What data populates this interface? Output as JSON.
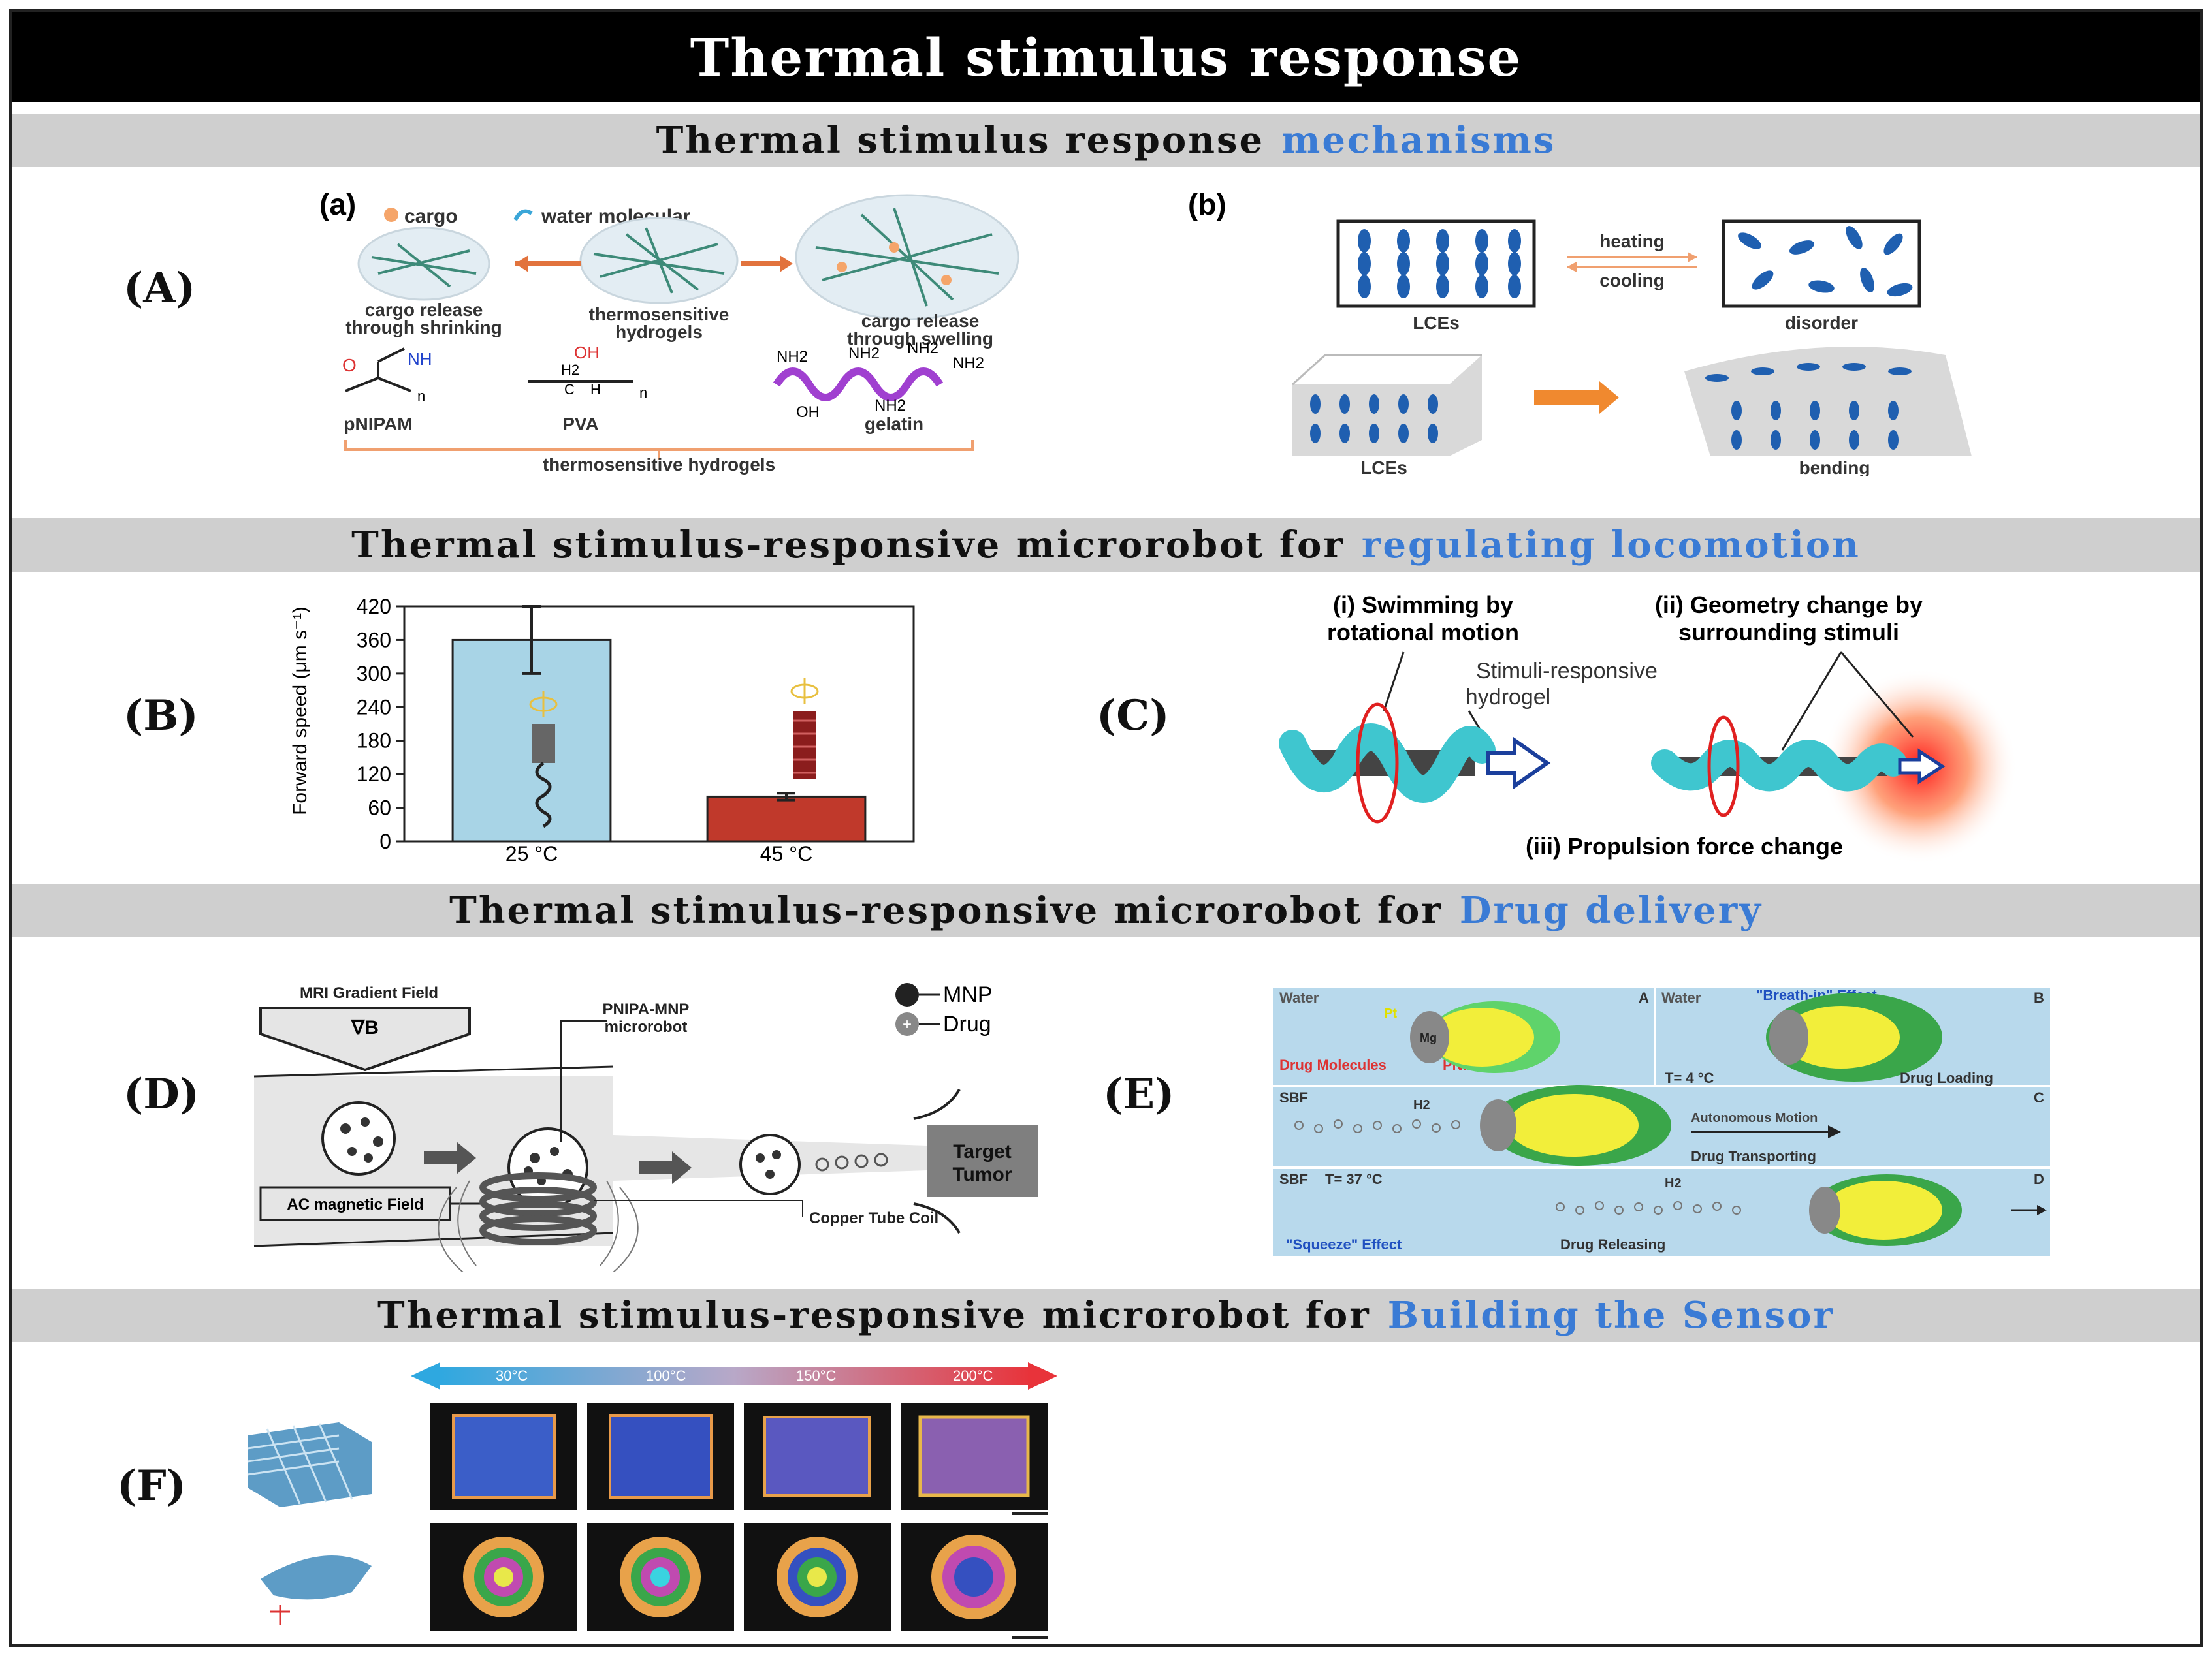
{
  "title": "Thermal stimulus response",
  "sections": [
    {
      "prefix": "Thermal stimulus response",
      "highlight": "mechanisms"
    },
    {
      "prefix": "Thermal stimulus-responsive microrobot for",
      "highlight": "regulating locomotion"
    },
    {
      "prefix": "Thermal stimulus-responsive microrobot for",
      "highlight": "Drug delivery"
    },
    {
      "prefix": "Thermal stimulus-responsive microrobot for",
      "highlight": "Building the Sensor"
    }
  ],
  "panels": {
    "A": "(A)",
    "B": "(B)",
    "C": "(C)",
    "D": "(D)",
    "E": "(E)",
    "F": "(F)"
  },
  "fig_a": {
    "label": "(a)",
    "legend_cargo": "cargo",
    "legend_water": "water molecular",
    "left_caption_1": "cargo release",
    "left_caption_2": "through shrinking",
    "mid_caption_1": "thermosensitive",
    "mid_caption_2": "hydrogels",
    "right_caption_1": "cargo release",
    "right_caption_2": "through swelling",
    "poly_1": "pNIPAM",
    "poly_2": "PVA",
    "poly_3": "gelatin",
    "group_label": "thermosensitive hydrogels",
    "o_label": "O",
    "nh_label": "NH",
    "n_label": "n",
    "h2_label": "H2",
    "c_label": "C",
    "h_label": "H",
    "oh_label": "OH",
    "nh2_label": "NH2"
  },
  "fig_b": {
    "label": "(b)",
    "heating": "heating",
    "cooling": "cooling",
    "lce_1": "LCEs",
    "disorder": "disorder",
    "lce_2": "LCEs",
    "bending": "bending"
  },
  "chart_data": {
    "type": "bar",
    "categories": [
      "25 °C",
      "45 °C"
    ],
    "values": [
      360,
      80
    ],
    "errors": [
      60,
      6
    ],
    "ylabel": "Forward speed (μm s⁻¹)",
    "ylim": [
      0,
      420
    ],
    "yticks": [
      0,
      60,
      120,
      180,
      240,
      300,
      360,
      420
    ],
    "colors": {
      "bar1_bg": "#a8d4e6",
      "bar2": "#c0392b"
    }
  },
  "fig_c": {
    "label_i_1": "(i) Swimming by",
    "label_i_2": "rotational motion",
    "label_ii_1": "(ii) Geometry change by",
    "label_ii_2": "surrounding stimuli",
    "hydrogel_1": "Stimuli-responsive",
    "hydrogel_2": "hydrogel",
    "label_iii": "(iii) Propulsion force change"
  },
  "fig_d": {
    "mri": "MRI Gradient Field",
    "grad": "∇B",
    "robot_1": "PNIPA-MNP",
    "robot_2": "microrobot",
    "mnp": "MNP",
    "drug": "Drug",
    "target_1": "Target",
    "target_2": "Tumor",
    "ac": "AC magnetic Field",
    "coil": "Copper Tube Coil"
  },
  "fig_e": {
    "water_a": "Water",
    "a": "A",
    "water_b": "Water",
    "breath": "\"Breath-in\" Effect",
    "b": "B",
    "drug_mol": "Drug Molecules",
    "pnipam": "PNIPAM",
    "pt": "Pt",
    "mg": "Mg",
    "t4": "T= 4 °C",
    "loading": "Drug Loading",
    "sbf_c": "SBF",
    "h2_c": "H2",
    "c": "C",
    "autonomous": "Autonomous Motion",
    "transporting": "Drug Transporting",
    "sbf_d": "SBF",
    "t37": "T= 37 °C",
    "h2_d": "H2",
    "d": "D",
    "squeeze": "\"Squeeze\" Effect",
    "releasing": "Drug Releasing"
  },
  "fig_f": {
    "t1": "30°C",
    "t2": "100°C",
    "t3": "150°C",
    "t4": "200°C"
  }
}
